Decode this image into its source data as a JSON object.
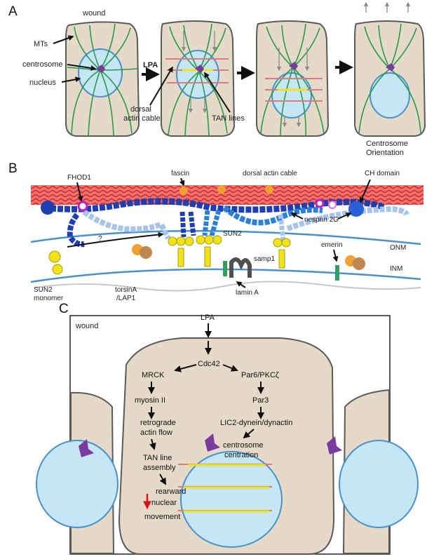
{
  "panel_a": {
    "letter": "A",
    "wound": "wound",
    "mts": "MTs",
    "centrosome": "centrosome",
    "nucleus": "nucleus",
    "lpa": "LPA",
    "dorsal_actin_cable_1": "dorsal",
    "dorsal_actin_cable_2": "actin cable",
    "tan_lines": "TAN lines",
    "centrosome_orientation_1": "Centrosome",
    "centrosome_orientation_2": "Orientation"
  },
  "panel_b": {
    "letter": "B",
    "fhod1": "FHOD1",
    "fascin": "fascin",
    "dorsal_actin_cable": "dorsal actin cable",
    "ch_domain": "CH domain",
    "nesprin_2g": "nesprin 2G",
    "sun2": "SUN2",
    "question": "?",
    "samp1": "samp1",
    "emerin": "emerin",
    "onm": "ONM",
    "inm": "INM",
    "sun2_monomer_1": "SUN2",
    "sun2_monomer_2": "monomer",
    "torsin_1": "torsinA",
    "torsin_2": "/LAP1",
    "lamin_a": "lamin A"
  },
  "panel_c": {
    "letter": "C",
    "wound": "wound",
    "lpa": "LPA",
    "cdc42": "Cdc42",
    "mrck": "MRCK",
    "myosin": "myosin II",
    "retrograde_1": "retrograde",
    "retrograde_2": "actin flow",
    "tan_assembly_1": "TAN line",
    "tan_assembly_2": "assembly",
    "rearward_1": "rearward",
    "rearward_2": "nuclear",
    "rearward_3": "movement",
    "par6": "Par6/PKCζ",
    "par3": "Par3",
    "lic2": "LIC2-dynein/dynactin",
    "centration_1": "centrosome",
    "centration_2": "centration"
  },
  "colors": {
    "cell": "#e5d9c8",
    "nucleus": "#c4e6f5",
    "microtubule": "#2a9a4a",
    "actin": "#e03a3a",
    "centrosome": "#7a3aa0",
    "tan_red": "#e07a7a",
    "tan_yellow": "#f2e21a"
  }
}
